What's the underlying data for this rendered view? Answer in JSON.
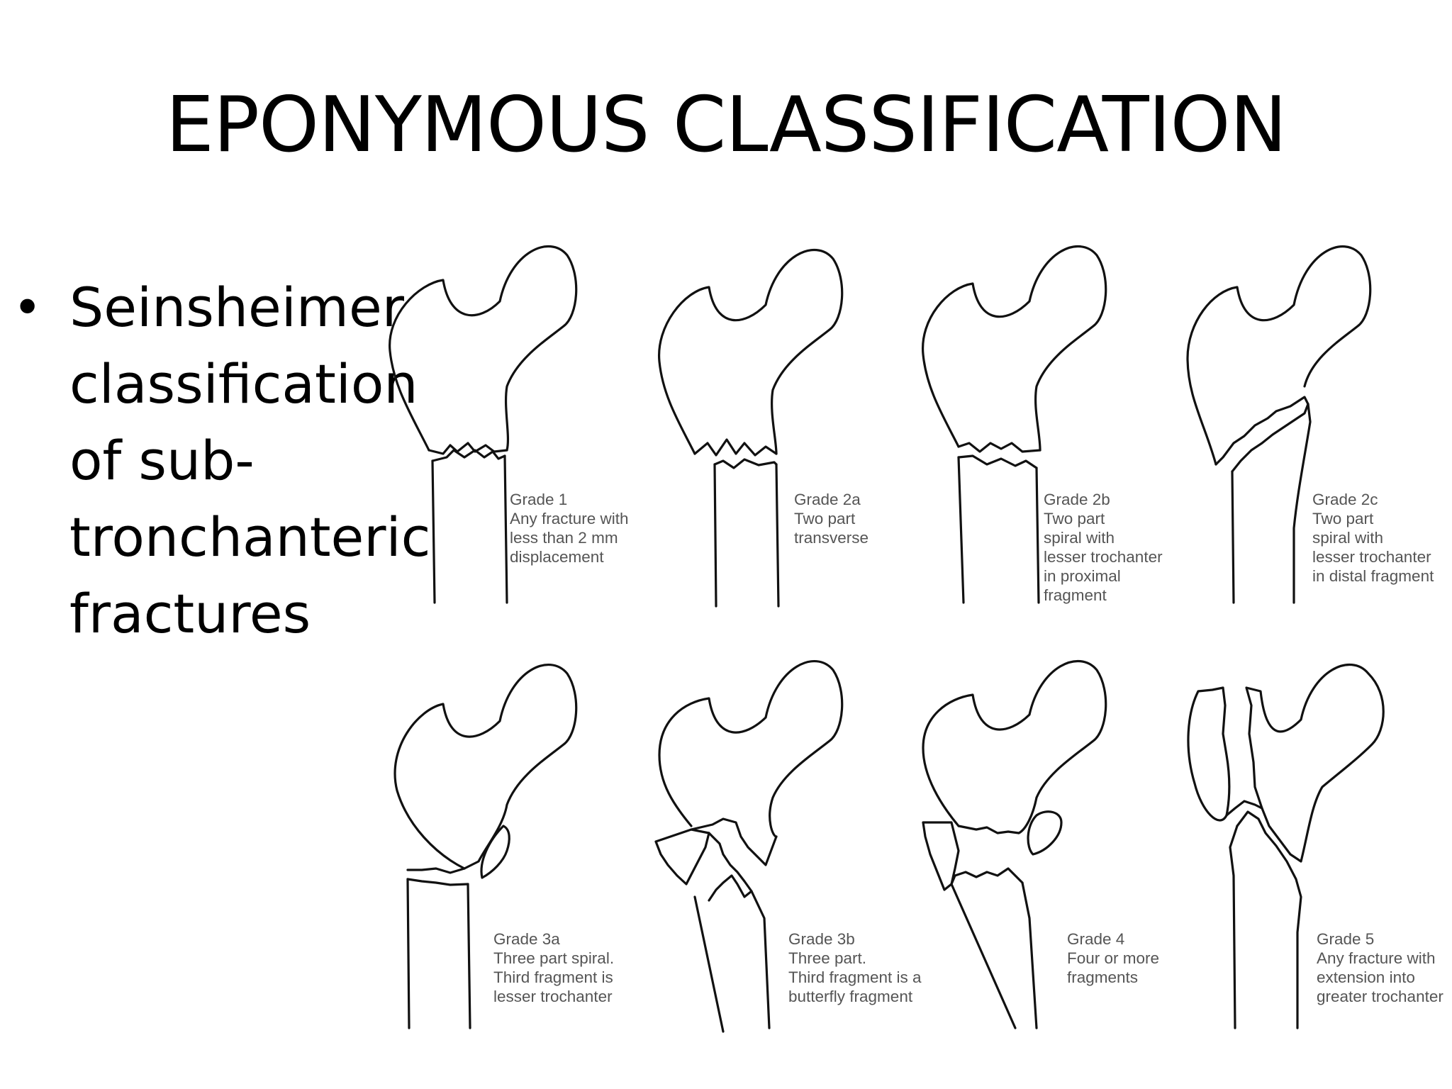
{
  "title": "EPONYMOUS CLASSIFICATION",
  "bullet": {
    "marker": "•",
    "text": "Seinsheimer\nclassification\nof sub-\ntronchanteric\nfractures"
  },
  "grades": [
    {
      "name": "Grade 1",
      "description": [
        "Any fracture with",
        "less than 2 mm",
        "displacement"
      ]
    },
    {
      "name": "Grade 2a",
      "description": [
        "Two part",
        "transverse"
      ]
    },
    {
      "name": "Grade 2b",
      "description": [
        "Two part",
        "spiral with",
        "lesser trochanter",
        "in proximal",
        "fragment"
      ]
    },
    {
      "name": "Grade 2c",
      "description": [
        "Two part",
        "spiral with",
        "lesser trochanter",
        "in distal fragment"
      ]
    },
    {
      "name": "Grade 3a",
      "description": [
        "Three part spiral.",
        "Third fragment is",
        "lesser trochanter"
      ]
    },
    {
      "name": "Grade 3b",
      "description": [
        "Three part.",
        "Third fragment is a",
        "butterfly fragment"
      ]
    },
    {
      "name": "Grade 4",
      "description": [
        "Four or more",
        "fragments"
      ]
    },
    {
      "name": "Grade 5",
      "description": [
        "Any fracture with",
        "extension into",
        "greater trochanter"
      ]
    }
  ]
}
